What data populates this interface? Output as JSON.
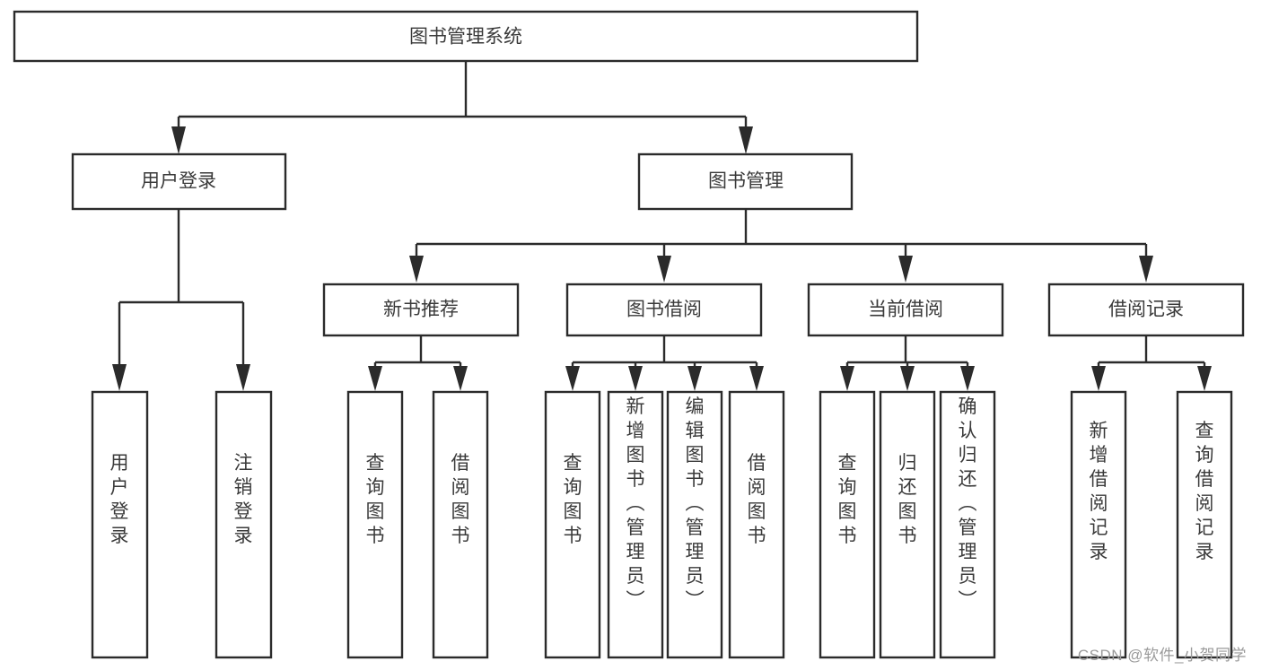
{
  "diagram": {
    "title": "图书管理系统",
    "type": "tree",
    "orientation": "top-down",
    "colors": {
      "box_stroke": "#2b2b2b",
      "box_fill": "#ffffff",
      "text": "#3a3a3a",
      "connector": "#2b2b2b",
      "watermark": "#9a9a9a",
      "background": "#ffffff"
    },
    "root": {
      "label": "图书管理系统",
      "text_orientation": "horizontal"
    },
    "level2": [
      {
        "label": "用户登录",
        "text_orientation": "horizontal"
      },
      {
        "label": "图书管理",
        "text_orientation": "horizontal"
      }
    ],
    "level3": [
      {
        "label": "新书推荐",
        "text_orientation": "horizontal",
        "parent": "图书管理"
      },
      {
        "label": "图书借阅",
        "text_orientation": "horizontal",
        "parent": "图书管理"
      },
      {
        "label": "当前借阅",
        "text_orientation": "horizontal",
        "parent": "图书管理"
      },
      {
        "label": "借阅记录",
        "text_orientation": "horizontal",
        "parent": "图书管理"
      }
    ],
    "leaves": {
      "用户登录": [
        {
          "label": "用户登录",
          "text_orientation": "vertical"
        },
        {
          "label": "注销登录",
          "text_orientation": "vertical"
        }
      ],
      "新书推荐": [
        {
          "label": "查询图书",
          "text_orientation": "vertical"
        },
        {
          "label": "借阅图书",
          "text_orientation": "vertical"
        }
      ],
      "图书借阅": [
        {
          "label": "查询图书",
          "text_orientation": "vertical"
        },
        {
          "label": "新增图书（管理员）",
          "text_orientation": "vertical"
        },
        {
          "label": "编辑图书（管理员）",
          "text_orientation": "vertical"
        },
        {
          "label": "借阅图书",
          "text_orientation": "vertical"
        }
      ],
      "当前借阅": [
        {
          "label": "查询图书",
          "text_orientation": "vertical"
        },
        {
          "label": "归还图书",
          "text_orientation": "vertical"
        },
        {
          "label": "确认归还（管理员）",
          "text_orientation": "vertical"
        }
      ],
      "借阅记录": [
        {
          "label": "新增借阅记录",
          "text_orientation": "vertical"
        },
        {
          "label": "查询借阅记录",
          "text_orientation": "vertical"
        }
      ]
    },
    "node_text": {
      "root": "图书管理系统",
      "l2_user_login": "用户登录",
      "l2_book_mgmt": "图书管理",
      "l3_new_book_rec": "新书推荐",
      "l3_book_borrow": "图书借阅",
      "l3_current_borrow": "当前借阅",
      "l3_borrow_record": "借阅记录",
      "leaf_user_login": "用户登录",
      "leaf_logout": "注销登录",
      "leaf_query_book_a": "查询图书",
      "leaf_borrow_book_a": "借阅图书",
      "leaf_query_book_b": "查询图书",
      "leaf_add_book_admin": "新增图书（管理员）",
      "leaf_edit_book_admin": "编辑图书（管理员）",
      "leaf_borrow_book_b": "借阅图书",
      "leaf_query_book_c": "查询图书",
      "leaf_return_book": "归还图书",
      "leaf_confirm_return_admin": "确认归还（管理员）",
      "leaf_add_record": "新增借阅记录",
      "leaf_query_record": "查询借阅记录"
    }
  },
  "watermark": {
    "text": "CSDN @软件_小贺同学"
  }
}
